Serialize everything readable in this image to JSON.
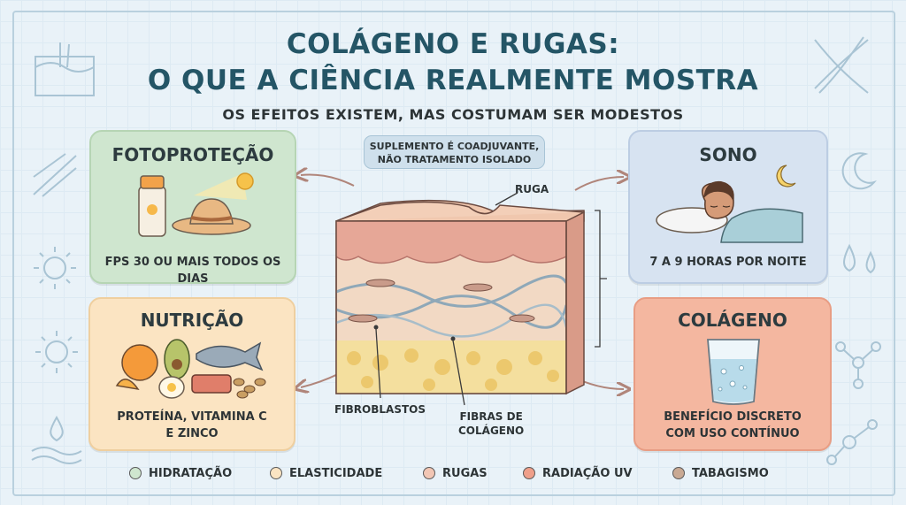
{
  "title": {
    "line1": "COLÁGENO E RUGAS:",
    "line2": "O QUE A CIÊNCIA REALMENTE MOSTRA"
  },
  "subtitle": "OS EFEITOS EXISTEM, MAS COSTUMAM SER MODESTOS",
  "note": {
    "line1": "SUPLEMENTO É COADJUVANTE,",
    "line2": "NÃO TRATAMENTO ISOLADO"
  },
  "diagram_labels": {
    "ruga": "RUGA",
    "fibroblastos": "FIBROBLASTOS",
    "fibras_line1": "FIBRAS DE",
    "fibras_line2": "COLÁGENO"
  },
  "cards": {
    "fotoprotecao": {
      "title": "FOTOPROTEÇÃO",
      "text": "FPS 30 OU MAIS TODOS OS DIAS",
      "icon": "sunscreen-hat-sun-icon"
    },
    "nutricao": {
      "title": "NUTRIÇÃO",
      "text_line1": "PROTEÍNA, VITAMINA C",
      "text_line2": "E ZINCO",
      "icon": "food-icon"
    },
    "sono": {
      "title": "SONO",
      "text": "7 A 9 HORAS POR NOITE",
      "icon": "sleeping-person-icon"
    },
    "colageno": {
      "title": "COLÁGENO",
      "text_line1": "BENEFÍCIO DISCRETO",
      "text_line2": "COM USO CONTÍNUO",
      "icon": "glass-of-water-icon"
    }
  },
  "legend": [
    {
      "label": "HIDRATAÇÃO",
      "color": "#cfe6cf"
    },
    {
      "label": "ELASTICIDADE",
      "color": "#fbe4c2"
    },
    {
      "label": "RUGAS",
      "color": "#f2c6b4"
    },
    {
      "label": "RADIAÇÃO UV",
      "color": "#ef9f8a"
    },
    {
      "label": "TABAGISMO",
      "color": "#c9a993"
    }
  ],
  "colors": {
    "title": "#245566",
    "background": "#e9f2f8"
  }
}
